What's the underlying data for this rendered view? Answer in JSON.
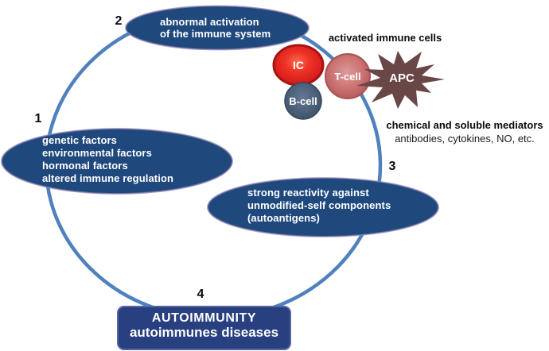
{
  "diagram": {
    "colors": {
      "cycle": "#4f81bd",
      "node_fill": "#1f497d",
      "node_border": "#9080b0",
      "box_fill": "#28407f",
      "box_border": "#5568a0",
      "ic_red": "#e02b20",
      "tcell_rose": "#c96a6a",
      "bcell_slate": "#4d6078",
      "apc_brown": "#6a4747"
    },
    "steps": [
      {
        "number": "1",
        "label": "genetic factors\nenvironmental factors\nhormonal factors\naltered immune regulation"
      },
      {
        "number": "2",
        "label": "abnormal activation\nof the immune system"
      },
      {
        "number": "3",
        "label": "strong reactivity against\nunmodified-self components\n(autoantigens)"
      },
      {
        "number": "4",
        "title": "AUTOIMMUNITY",
        "subtitle": "autoimmunes diseases"
      }
    ],
    "immune_cells": {
      "heading": "activated immune cells",
      "cells": [
        {
          "label": "IC"
        },
        {
          "label": "T-cell"
        },
        {
          "label": "B-cell"
        },
        {
          "label": "APC"
        }
      ]
    },
    "mediators": {
      "heading": "chemical and soluble mediators",
      "examples": "antibodies, cytokines, NO, etc."
    }
  }
}
